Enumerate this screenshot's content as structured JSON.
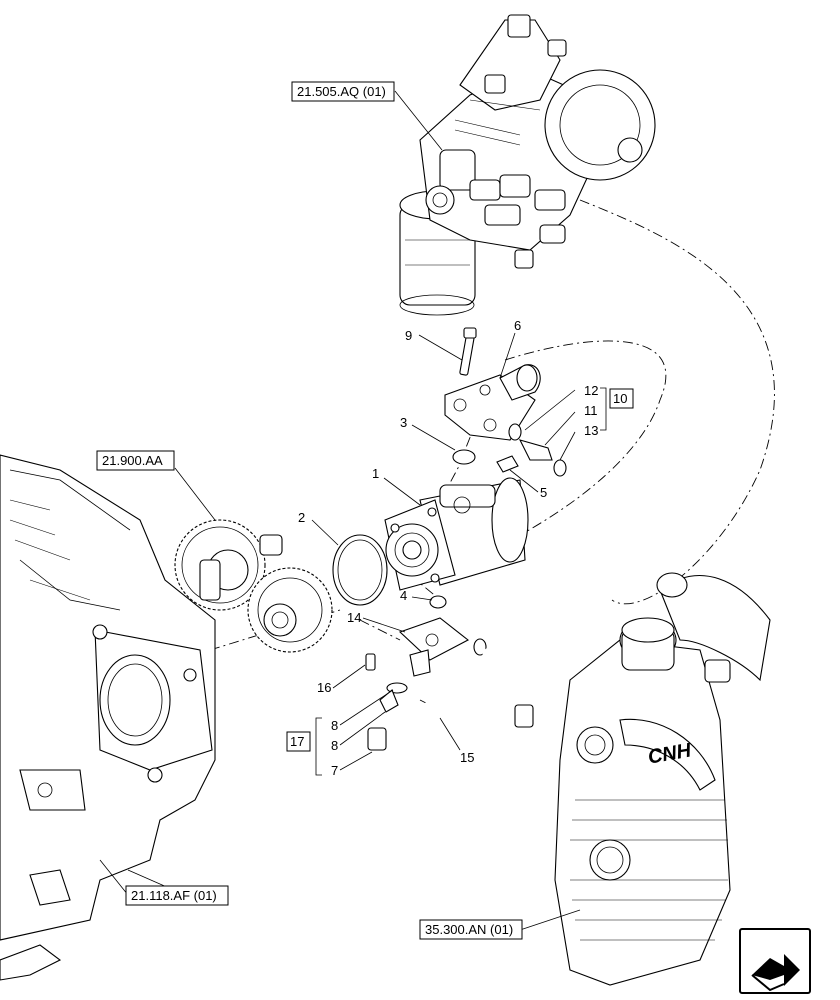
{
  "references": {
    "ref_21505": "21.505.AQ (01)",
    "ref_21900": "21.900.AA",
    "ref_21118": "21.118.AF (01)",
    "ref_35300": "35.300.AN (01)"
  },
  "callouts": {
    "c1": "1",
    "c2": "2",
    "c3": "3",
    "c4": "4",
    "c5": "5",
    "c6": "6",
    "c7": "7",
    "c8a": "8",
    "c8b": "8",
    "c9": "9",
    "c10": "10",
    "c11": "11",
    "c12": "12",
    "c13": "13",
    "c14": "14",
    "c15": "15",
    "c16": "16",
    "c17": "17"
  },
  "branding": {
    "filter_logo": "CNH"
  },
  "icons": {
    "nav": "arrow-next-icon"
  }
}
